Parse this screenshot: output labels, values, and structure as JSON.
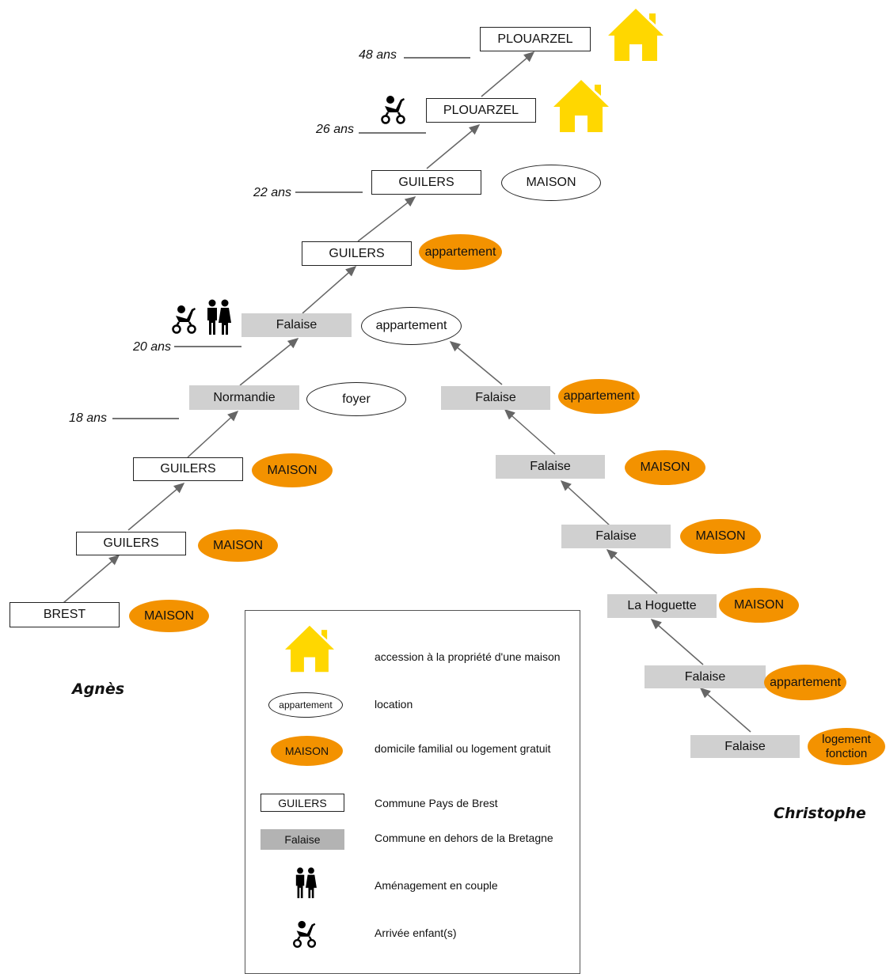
{
  "diagram": {
    "agnes": {
      "name": "Agnès",
      "steps": [
        {
          "place": "BREST",
          "housing": "MAISON"
        },
        {
          "place": "GUILERS",
          "housing": "MAISON"
        },
        {
          "place": "GUILERS",
          "housing": "MAISON"
        },
        {
          "place": "Normandie",
          "housing": "foyer"
        },
        {
          "place": "Falaise",
          "housing": "appartement"
        },
        {
          "place": "GUILERS",
          "housing": "appartement"
        },
        {
          "place": "GUILERS",
          "housing": "MAISON"
        },
        {
          "place": "PLOUARZEL",
          "housing": ""
        },
        {
          "place": "PLOUARZEL",
          "housing": ""
        }
      ],
      "ages": [
        "18 ans",
        "20 ans",
        "22 ans",
        "26 ans",
        "48 ans"
      ]
    },
    "christophe": {
      "name": "Christophe",
      "steps": [
        {
          "place": "Falaise",
          "housing": "logement\nfonction"
        },
        {
          "place": "Falaise",
          "housing": "appartement"
        },
        {
          "place": "La Hoguette",
          "housing": "MAISON"
        },
        {
          "place": "Falaise",
          "housing": "MAISON"
        },
        {
          "place": "Falaise",
          "housing": "MAISON"
        },
        {
          "place": "Falaise",
          "housing": "appartement"
        }
      ]
    },
    "colors": {
      "orange": "#f39200",
      "yellow": "#ffd700",
      "grey": "#d0d0d0",
      "arrow": "#666666"
    }
  },
  "legend": {
    "items": [
      {
        "sample": "",
        "text": "accession à la propriété d'une maison",
        "icon": "house-icon"
      },
      {
        "sample": "appartement",
        "text": "location"
      },
      {
        "sample": "MAISON",
        "text": "domicile familial ou logement gratuit"
      },
      {
        "sample": "GUILERS",
        "text": "Commune Pays de Brest"
      },
      {
        "sample": "Falaise",
        "text": "Commune en dehors de la Bretagne"
      },
      {
        "sample": "",
        "text": "Aménagement en couple",
        "icon": "couple-icon"
      },
      {
        "sample": "",
        "text": "Arrivée enfant(s)",
        "icon": "stroller-icon"
      }
    ]
  }
}
